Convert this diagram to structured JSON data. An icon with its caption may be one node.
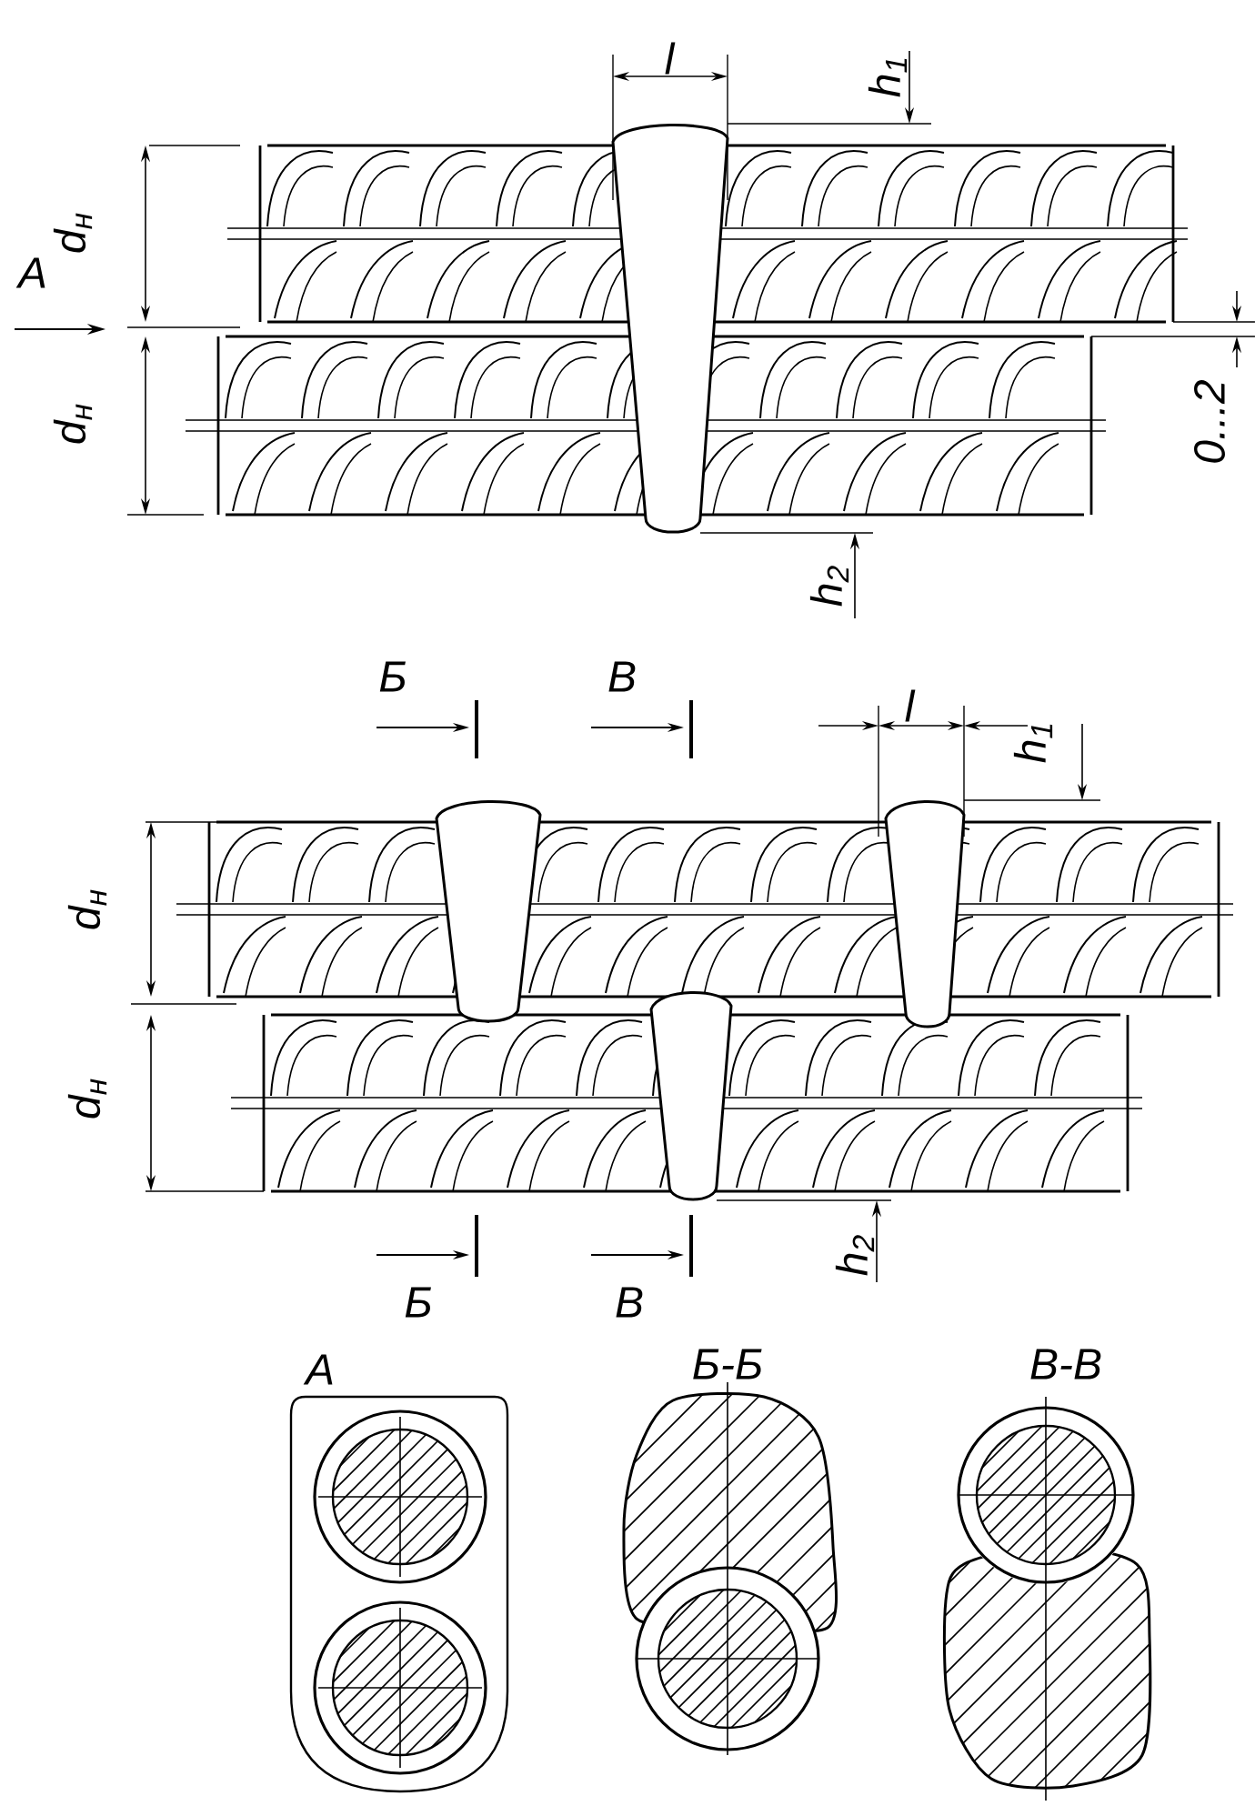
{
  "diagram": {
    "labels": [
      "l",
      "h$_{1}$",
      "d$_{н}$",
      "A",
      "d$_{н}$",
      "0...2",
      "h$_{2}$",
      "Б",
      "В",
      "l",
      "h$_{1}$",
      "d$_{н}$",
      "d$_{н}$",
      "Б",
      "В",
      "h$_{2}$",
      "А",
      "Б-Б",
      "В-В"
    ]
  }
}
